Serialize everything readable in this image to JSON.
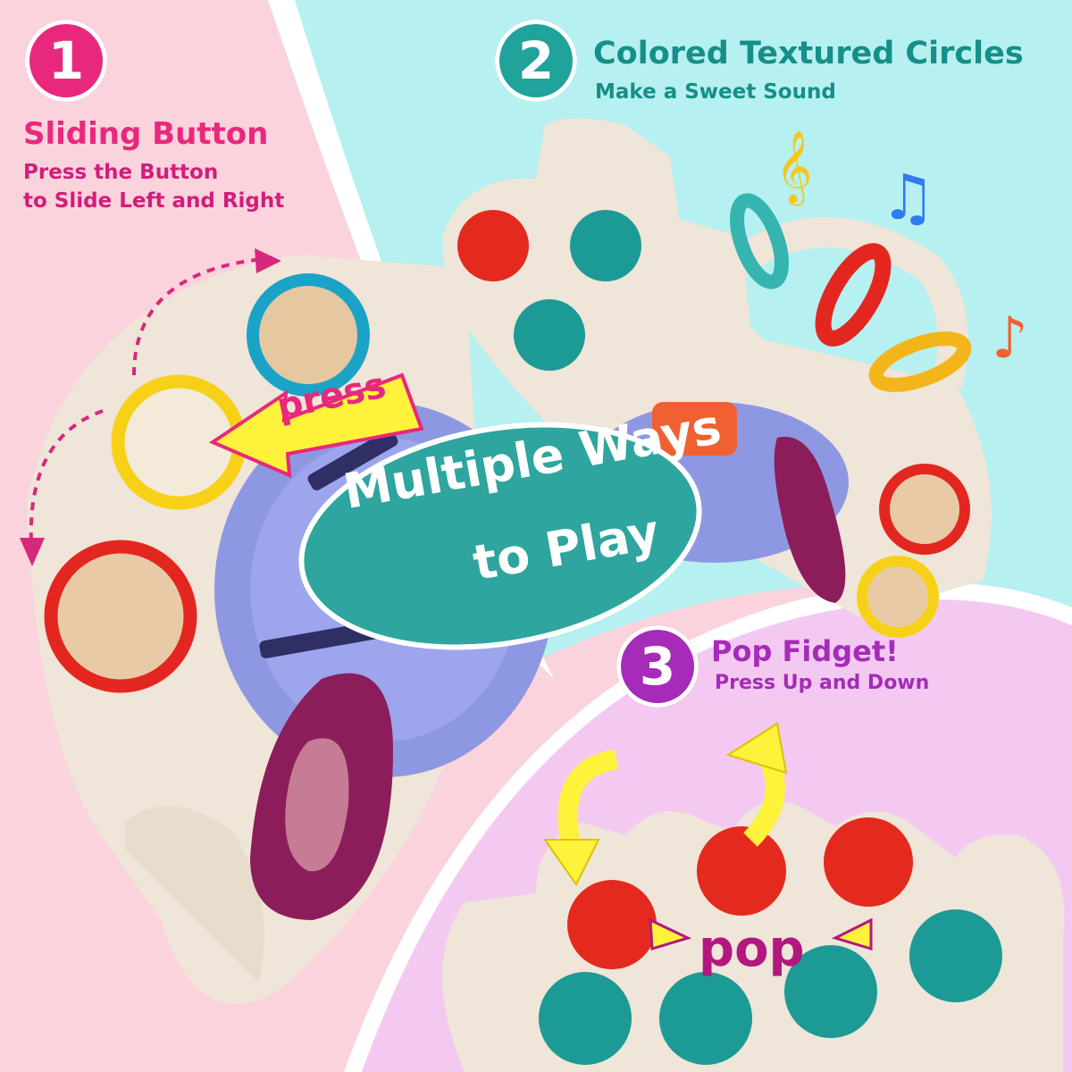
{
  "features": [
    {
      "number": "1",
      "title": "Sliding Button",
      "subtitle_lines": [
        "Press the Button",
        "to Slide Left and Right"
      ]
    },
    {
      "number": "2",
      "title": "Colored Textured Circles",
      "subtitle": "Make a Sweet Sound"
    },
    {
      "number": "3",
      "title": "Pop Fidget!",
      "subtitle": "Press Up and Down"
    }
  ],
  "center_badge": {
    "line1": "Multiple Ways",
    "line2": "to Play"
  },
  "labels": {
    "press": "press",
    "pop": "pop"
  },
  "colors": {
    "pink_bg": "#fbd3dc",
    "cyan_bg": "#b6f0f0",
    "lilac_bg": "#f3c9f1",
    "toy_body": "#efe5d8",
    "accent_pink": "#e8287d",
    "accent_teal": "#1fa39a",
    "accent_purple": "#a52bb8",
    "pop_red": "#e42a1e",
    "pop_teal": "#1c9a96",
    "hub_blue": "#8e98e2",
    "ring_yellow": "#f7d117",
    "ring_red": "#e32720",
    "ring_blue": "#1aa3c7",
    "teether_plum": "#8b1e5a"
  },
  "icons": [
    "music-note-icon",
    "curved-arrow-icon",
    "dashed-arrow-icon",
    "press-arrow-icon"
  ]
}
